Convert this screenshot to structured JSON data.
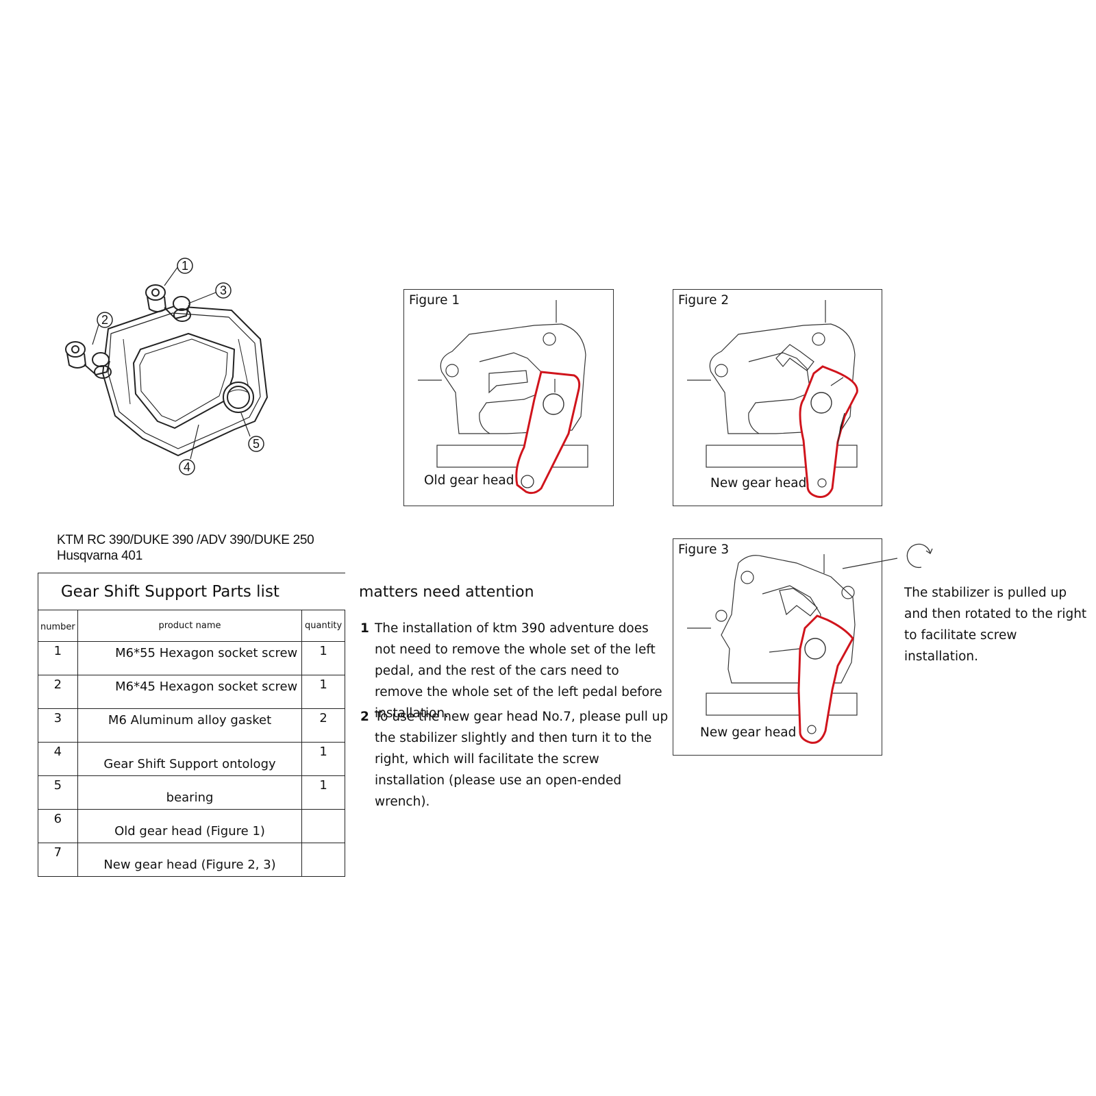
{
  "exploded_view": {
    "callouts": [
      "1",
      "2",
      "3",
      "4",
      "5"
    ]
  },
  "models": {
    "line1": "KTM RC 390/DUKE 390 /ADV 390/DUKE 250",
    "line2": "Husqvarna 401"
  },
  "parts_list": {
    "title": "Gear Shift Support Parts list",
    "headers": {
      "number": "number",
      "name": "product name",
      "quantity": "quantity"
    },
    "rows": [
      {
        "number": "1",
        "name": "M6*55 Hexagon socket screw",
        "quantity": "1"
      },
      {
        "number": "2",
        "name": "M6*45 Hexagon socket screw",
        "quantity": "1"
      },
      {
        "number": "3",
        "name": "M6 Aluminum alloy gasket",
        "quantity": "2"
      },
      {
        "number": "4",
        "name": "Gear Shift Support ontology",
        "quantity": "1"
      },
      {
        "number": "5",
        "name": "bearing",
        "quantity": "1"
      },
      {
        "number": "6",
        "name": "Old gear head (Figure 1)",
        "quantity": ""
      },
      {
        "number": "7",
        "name": "New gear head (Figure 2, 3)",
        "quantity": ""
      }
    ]
  },
  "attention": {
    "title": "matters need attention",
    "items": [
      {
        "number": "1",
        "text": "The installation of ktm 390 adventure does not need to remove the whole set of the left pedal, and the rest of the cars need to remove the whole set of the left pedal before installation."
      },
      {
        "number": "2",
        "text": "To use the new gear head No.7, please pull up the stabilizer slightly and then turn it to the right, which will facilitate the screw installation (please use an open-ended wrench)."
      }
    ]
  },
  "figures": [
    {
      "title": "Figure 1",
      "label": "Old gear head"
    },
    {
      "title": "Figure 2",
      "label": "New gear head"
    },
    {
      "title": "Figure 3",
      "label": "New gear head"
    }
  ],
  "rotation_note": "The stabilizer is pulled up and then rotated to the right to facilitate screw installation.",
  "colors": {
    "highlight": "#d0141c",
    "line": "#333333"
  }
}
